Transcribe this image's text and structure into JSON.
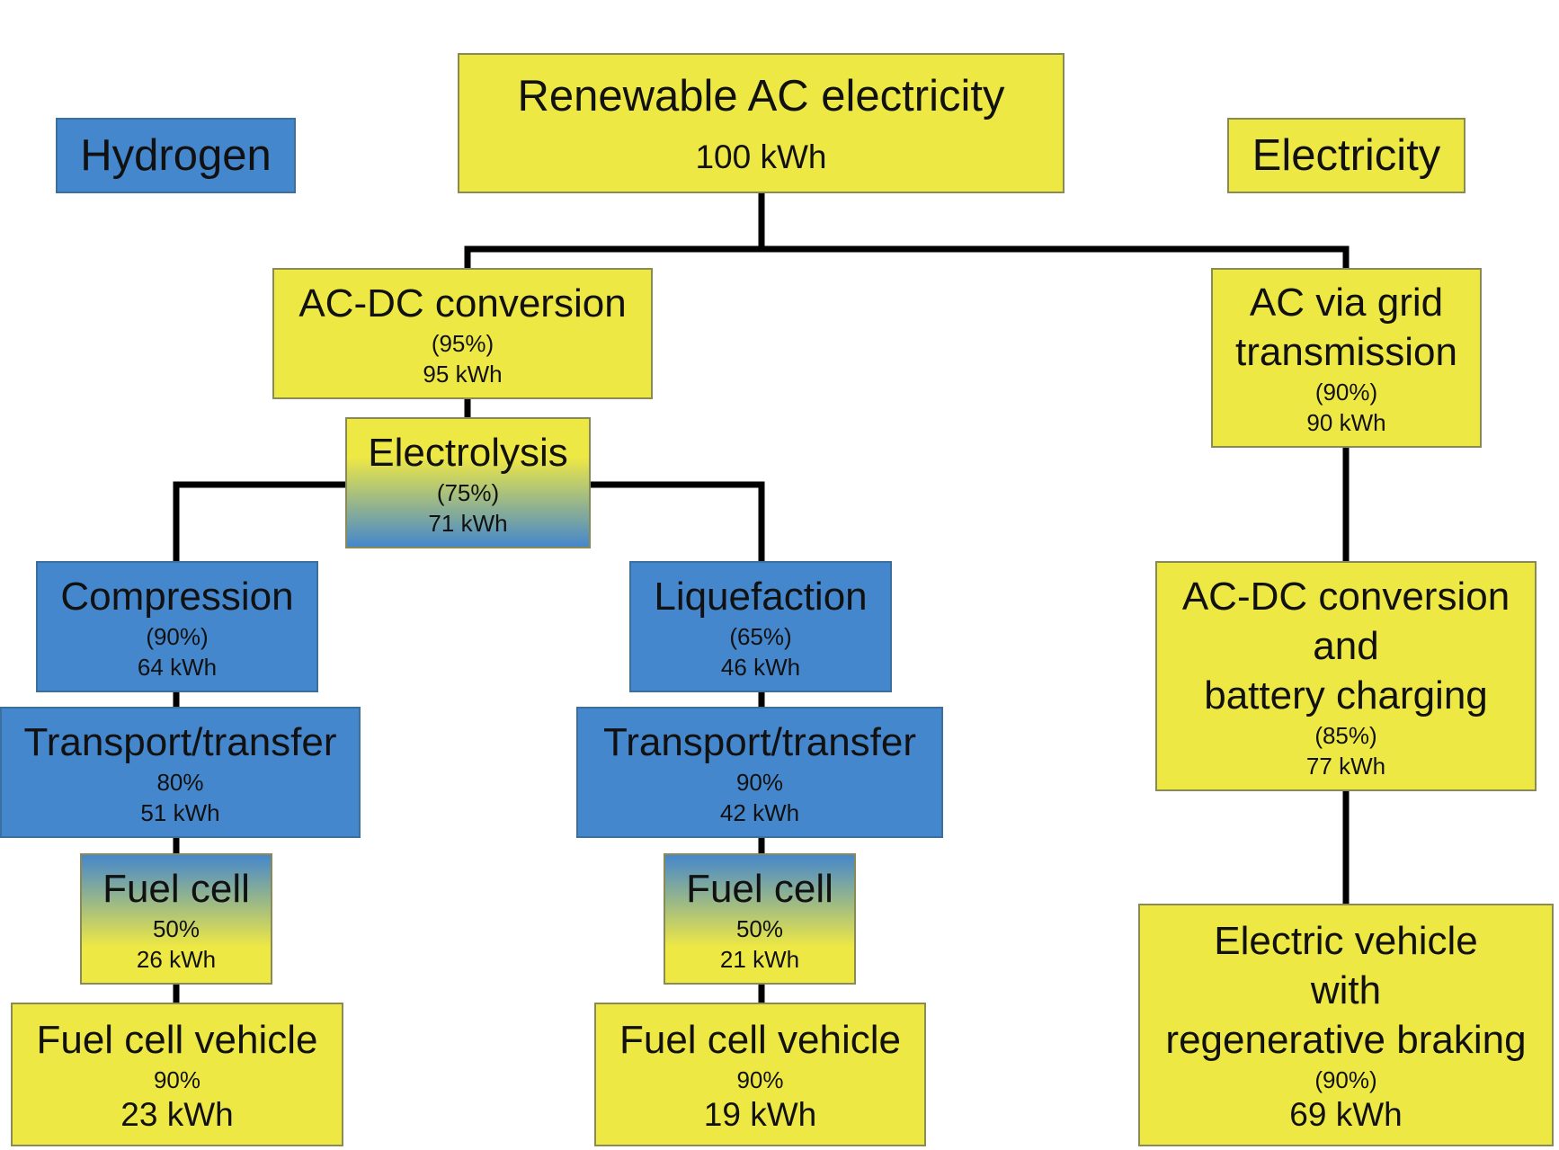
{
  "legend": {
    "hydrogen": "Hydrogen",
    "electricity": "Electricity"
  },
  "colors": {
    "hydrogen": "#4587cc",
    "electricity": "#eee845",
    "connector": "#000000"
  },
  "root": {
    "title": "Renewable AC electricity",
    "energy": "100 kWh"
  },
  "hydrogen_path": {
    "acdc": {
      "title": "AC-DC conversion",
      "efficiency": "(95%)",
      "energy": "95 kWh"
    },
    "electrolysis": {
      "title": "Electrolysis",
      "efficiency": "(75%)",
      "energy": "71 kWh"
    },
    "compression_branch": {
      "process": {
        "title": "Compression",
        "efficiency": "(90%)",
        "energy": "64 kWh"
      },
      "transport": {
        "title": "Transport/transfer",
        "efficiency": "80%",
        "energy": "51 kWh"
      },
      "fuel_cell": {
        "title": "Fuel cell",
        "efficiency": "50%",
        "energy": "26 kWh"
      },
      "vehicle": {
        "title": "Fuel cell vehicle",
        "efficiency": "90%",
        "energy": "23 kWh"
      }
    },
    "liquefaction_branch": {
      "process": {
        "title": "Liquefaction",
        "efficiency": "(65%)",
        "energy": "46 kWh"
      },
      "transport": {
        "title": "Transport/transfer",
        "efficiency": "90%",
        "energy": "42 kWh"
      },
      "fuel_cell": {
        "title": "Fuel cell",
        "efficiency": "50%",
        "energy": "21 kWh"
      },
      "vehicle": {
        "title": "Fuel cell vehicle",
        "efficiency": "90%",
        "energy": "19 kWh"
      }
    }
  },
  "electricity_path": {
    "grid": {
      "title_line1": "AC via grid",
      "title_line2": "transmission",
      "efficiency": "(90%)",
      "energy": "90 kWh"
    },
    "battery": {
      "title_line1": "AC-DC conversion",
      "title_line2": "and",
      "title_line3": "battery charging",
      "efficiency": "(85%)",
      "energy": "77 kWh"
    },
    "vehicle": {
      "title_line1": "Electric vehicle",
      "title_line2": "with",
      "title_line3": "regenerative braking",
      "efficiency": "(90%)",
      "energy": "69 kWh"
    }
  }
}
